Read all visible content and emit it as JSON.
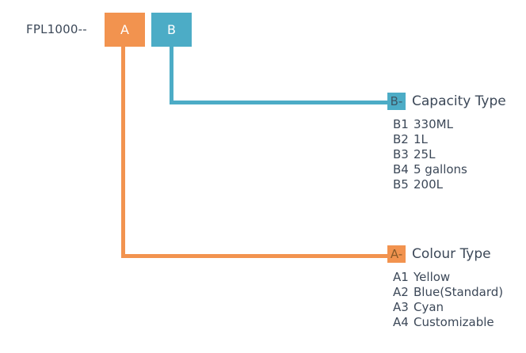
{
  "diagram": {
    "root_label": "FPL1000--",
    "code_boxes": [
      {
        "label": "A",
        "color": "#f2934f"
      },
      {
        "label": "B",
        "color": "#4cacc6"
      }
    ],
    "branches": [
      {
        "badge": "B-",
        "title": "Capacity Type",
        "color": "#4cacc6",
        "options": [
          {
            "code": "B1",
            "desc": "330ML"
          },
          {
            "code": "B2",
            "desc": "1L"
          },
          {
            "code": "B3",
            "desc": "25L"
          },
          {
            "code": "B4",
            "desc": "5 gallons"
          },
          {
            "code": "B5",
            "desc": "200L"
          }
        ]
      },
      {
        "badge": "A-",
        "title": "Colour Type",
        "color": "#f2934f",
        "options": [
          {
            "code": "A1",
            "desc": "Yellow"
          },
          {
            "code": "A2",
            "desc": "Blue(Standard)"
          },
          {
            "code": "A3",
            "desc": "Cyan"
          },
          {
            "code": "A4",
            "desc": "Customizable"
          }
        ]
      }
    ]
  }
}
